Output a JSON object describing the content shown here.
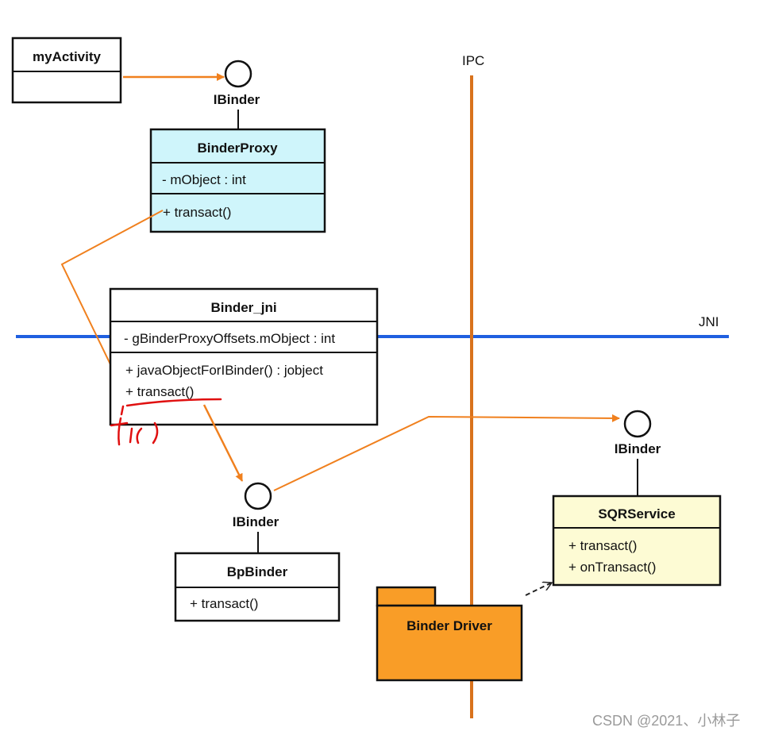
{
  "labels": {
    "ipc": "IPC",
    "jni": "JNI",
    "ibinder": "IBinder"
  },
  "classes": {
    "myActivity": {
      "name": "myActivity"
    },
    "binderProxy": {
      "name": "BinderProxy",
      "attributes": [
        "- mObject : int"
      ],
      "methods": [
        "+ transact()"
      ]
    },
    "binderJni": {
      "name": "Binder_jni",
      "attributes": [
        "- gBinderProxyOffsets.mObject : int"
      ],
      "methods": [
        "+ javaObjectForIBinder() : jobject",
        "+ transact()"
      ]
    },
    "bpBinder": {
      "name": "BpBinder",
      "methods": [
        "+ transact()"
      ]
    },
    "sqrService": {
      "name": "SQRService",
      "methods": [
        "+ transact()",
        "+ onTransact()"
      ]
    },
    "binderDriver": {
      "name": "Binder Driver"
    }
  },
  "watermark": "CSDN @2021、小林子",
  "colors": {
    "orange": "#f0801e",
    "ipc": "#d8721c",
    "jni": "#1f5fe0",
    "proxyFill": "#cff5fb",
    "serviceFill": "#fdfbd4",
    "driverFill": "#f99d27",
    "ink": "#e01010"
  }
}
